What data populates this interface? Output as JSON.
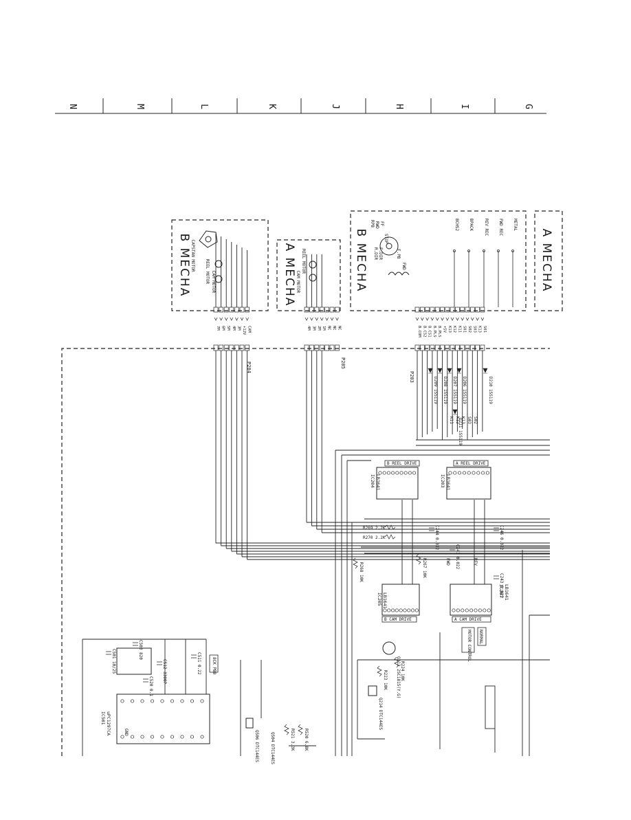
{
  "grid_letters": [
    "N",
    "M",
    "L",
    "K",
    "J",
    "H",
    "I",
    "G"
  ],
  "blocks": {
    "b_mecha_motor": "B MECHA",
    "a_mecha_motor": "A MECHA",
    "b_mecha_main": "B MECHA",
    "a_mecha_main": "A MECHA"
  },
  "motor_labels": {
    "capstan": "CAPSTAN MOTOR",
    "reel": "REEL MOTOR",
    "cam_b": "CAM MOTOR",
    "reel_a": "REEL MOTOR",
    "cam_a": "CAM MOTOR"
  },
  "connectors": {
    "p204": "P204",
    "p205": "P205",
    "p203": "P203"
  },
  "p204_pins": [
    "7M",
    "6M",
    "5M",
    "4M",
    "3M",
    "+12V",
    "CAM"
  ],
  "p205_pins": [
    "4M",
    "3M",
    "2M",
    "1M",
    "NC",
    "NC",
    "NC"
  ],
  "p203_pins": [
    "B.COM",
    "B.CS2",
    "B.CS1",
    "B.PLS",
    "B.PLS",
    "+5V",
    "K13",
    "K12",
    "K11",
    "S01",
    "S02",
    "S03",
    "K13",
    "S01"
  ],
  "switch_labels": [
    "METAL",
    "FWD REC",
    "REV REC",
    "BPACK",
    "BCHS2"
  ],
  "rotary_labels": [
    "RPB",
    "RWD",
    "FF",
    "STOP",
    "R.DIR",
    "F.DIR",
    "F.PB",
    "FWD"
  ],
  "diodes": [
    "D209 1SS119",
    "D208 1SS119",
    "D207 1SS119",
    "D206 1SS119",
    "D210 1SS119",
    "D211 1SS119"
  ],
  "diode_net_labels": [
    "K11",
    "K12",
    "K13",
    "S03",
    "S02"
  ],
  "ics": {
    "ic204": "IC204\nLB1641",
    "ic205": "IC205\nLB1641",
    "ic203": "IC203\nLB1641",
    "ic207": "IC207\nLB1641",
    "ic501": "IC501\nuPC1297CA"
  },
  "ic_titles": {
    "b_reel": "B REEL DRIVE",
    "a_reel": "A REEL DRIVE",
    "b_cam": "B CAM DRIVE",
    "a_cam": "A CAM DRIVE",
    "motor_control": "MOTOR CONTROL"
  },
  "resistors": [
    "R269 2.2K",
    "R270 2.2K",
    "R268 10K",
    "R267 10K",
    "R224 10K",
    "R223 10K",
    "R521 3.3K",
    "R520 6.8K"
  ],
  "capacitors": [
    "C244 0.022",
    "C246 0.022",
    "C241 0.022",
    "C243 0.022",
    "C503 820",
    "C501 10/25",
    "C511 0.22",
    "C512 3300P",
    "C520 0.1"
  ],
  "transistors": [
    "Q213 2SC1815(Y.G)",
    "Q214 DTC144ES",
    "Q506 DTC144ES",
    "Q504 DTC144ES"
  ],
  "misc_labels": [
    "8CK PB0",
    "NORMAL",
    "GND",
    "FWD",
    "REV"
  ]
}
